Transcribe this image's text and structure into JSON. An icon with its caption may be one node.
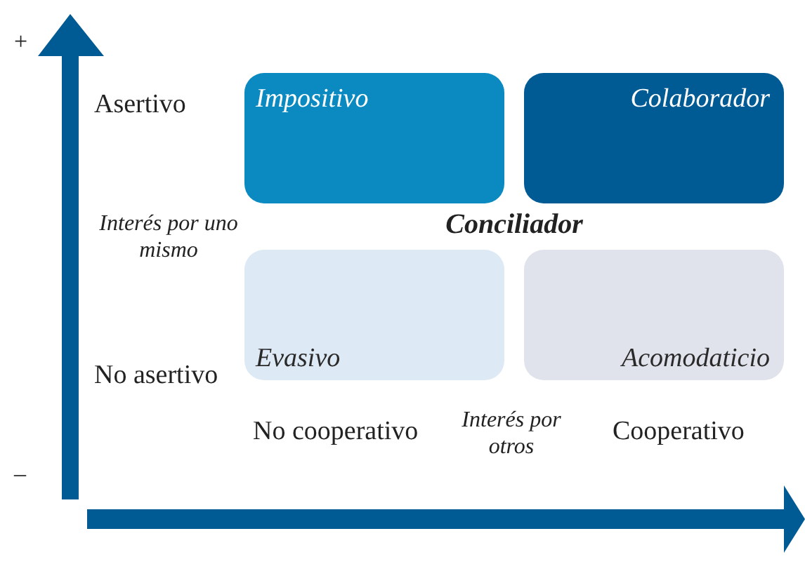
{
  "diagram": {
    "nodes": [
      {
        "text": [
          "Impositivo"
        ]
      },
      {
        "text": [
          "Colaborador"
        ]
      },
      {
        "text": [
          "Evasivo"
        ]
      },
      {
        "text": [
          "Acomodaticio"
        ]
      }
    ],
    "labels": [
      "+",
      "Asertivo",
      "Interés por uno mismo",
      "Conciliador",
      "No asertivo",
      "–",
      "No cooperativo",
      "Interés por otros",
      "Cooperativo"
    ]
  }
}
